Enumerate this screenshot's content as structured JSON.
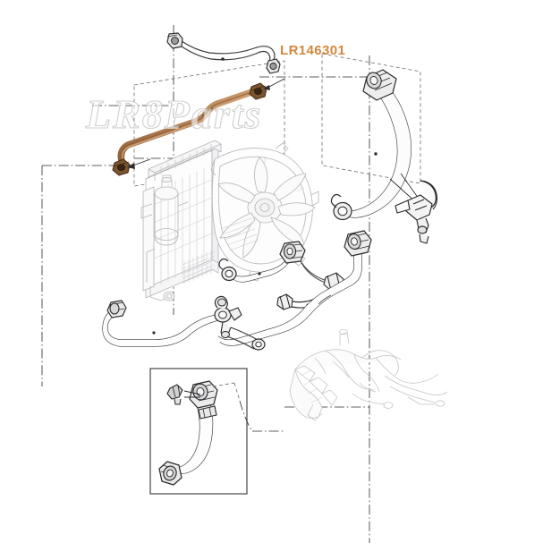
{
  "diagram": {
    "title": "Radiator and cooling hose assembly exploded diagram",
    "background_color": "#ffffff",
    "part_number_label": "LR146301",
    "part_number_color": "#d4873c",
    "watermark_text": "LR8Parts",
    "watermark_color": "#c4c4c4",
    "line_color": "#3a3a3a",
    "faint_line_color": "#b8b8bc",
    "highlight_color": "#b5835a",
    "highlight_dark_color": "#6a4526",
    "centerline_color": "#2b2b2b",
    "inset_border_color": "#555555"
  },
  "components": [
    {
      "id": "highlighted-coolant-pipe",
      "name": "Coolant pipe (highlighted)",
      "label": "LR146301",
      "highlighted": true,
      "color": "#b5835a"
    },
    {
      "id": "upper-vent-pipe",
      "name": "Upper vent pipe",
      "highlighted": false,
      "color": "#3a3a3a"
    },
    {
      "id": "radiator-assembly",
      "name": "Radiator and cooling fan assembly",
      "highlighted": false,
      "color": "#b8b8bc"
    },
    {
      "id": "upper-radiator-hose",
      "name": "Upper radiator hose",
      "highlighted": false,
      "color": "#3a3a3a"
    },
    {
      "id": "bleed-valve",
      "name": "Bleed valve bracket",
      "highlighted": false,
      "color": "#3a3a3a"
    },
    {
      "id": "lower-radiator-hose",
      "name": "Lower radiator hose",
      "highlighted": false,
      "color": "#3a3a3a"
    },
    {
      "id": "engine-feed-hose",
      "name": "Engine feed hose",
      "highlighted": false,
      "color": "#3a3a3a"
    },
    {
      "id": "engine-manifold",
      "name": "Engine manifold assembly",
      "highlighted": false,
      "color": "#c6c6ca"
    },
    {
      "id": "inset-detail-hose",
      "name": "Inset detail: hose with clamp",
      "highlighted": false,
      "color": "#3a3a3a"
    }
  ]
}
